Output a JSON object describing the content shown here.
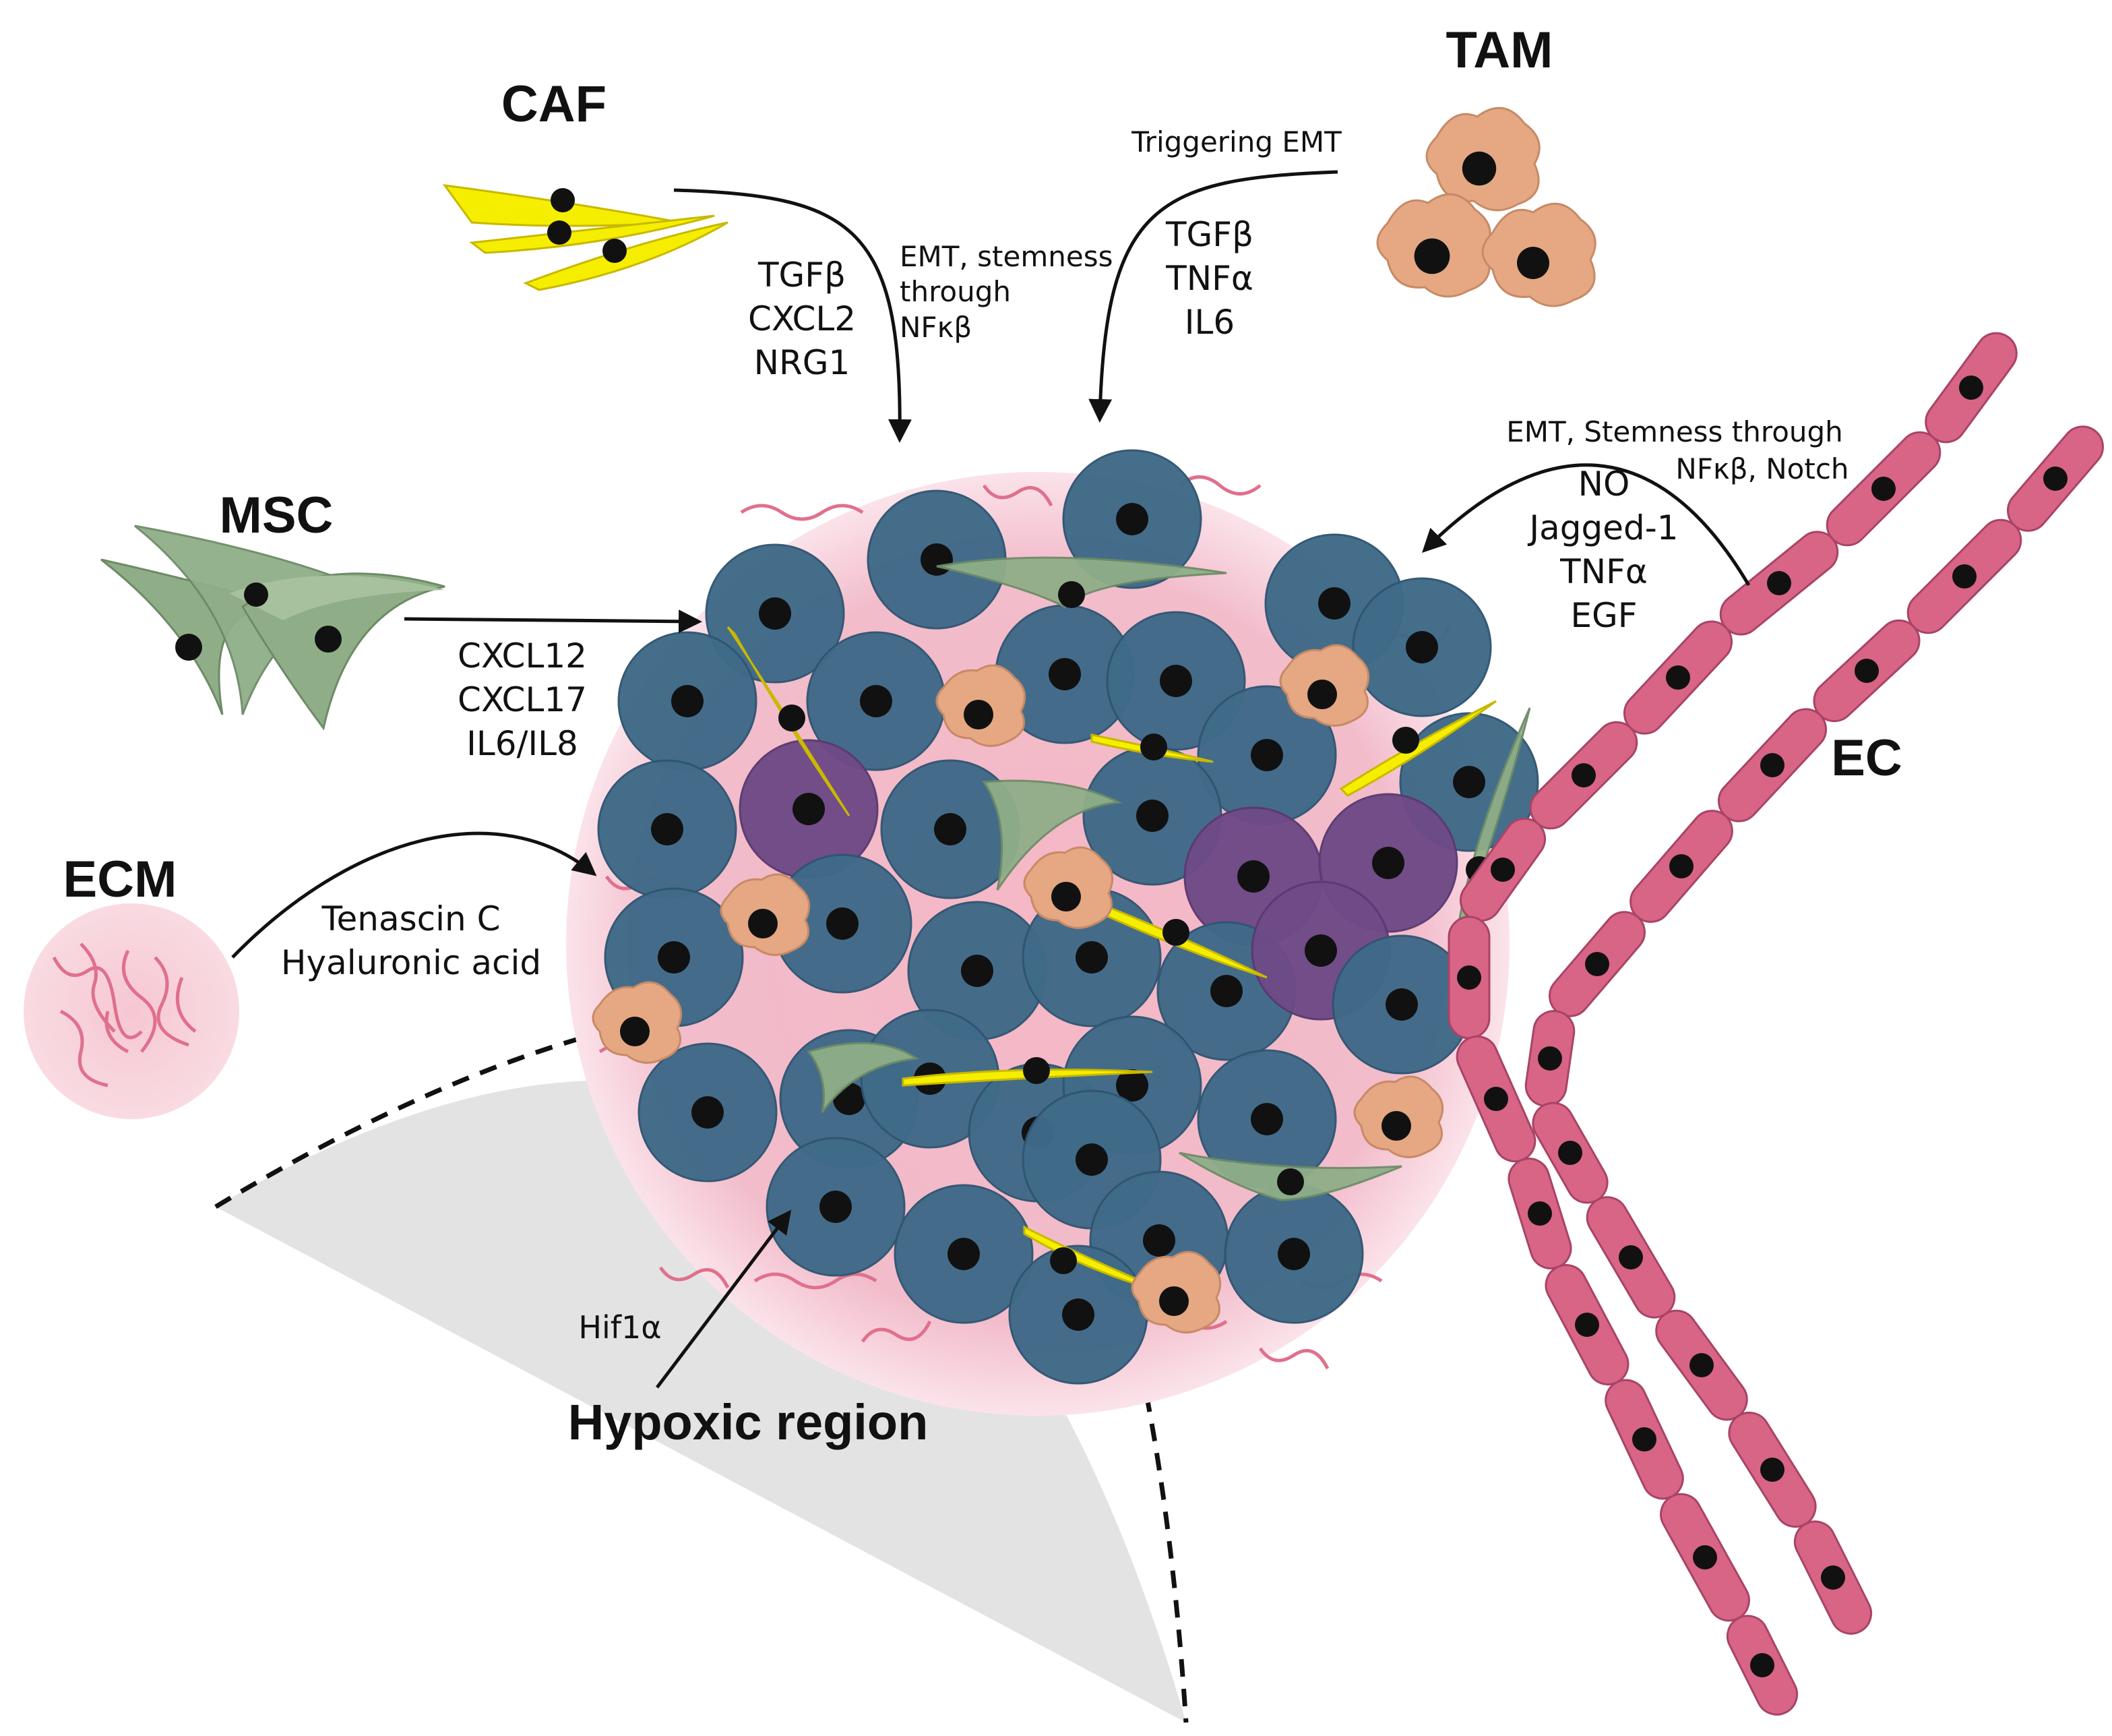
{
  "cells": {
    "caf": "CAF",
    "tam": "TAM",
    "msc": "MSC",
    "ecm": "ECM",
    "ec": "EC"
  },
  "caf_signal": {
    "factors": [
      "TGFβ",
      "CXCL2",
      "NRG1"
    ],
    "effect": [
      "EMT, stemness",
      "through",
      "NFκβ"
    ]
  },
  "tam_signal": {
    "effect": "Triggering EMT",
    "factors": [
      "TGFβ",
      "TNFα",
      "IL6"
    ]
  },
  "msc_signal": {
    "factors": [
      "CXCL12",
      "CXCL17",
      "IL6/IL8"
    ]
  },
  "ecm_signal": {
    "factors": [
      "Tenascin C",
      "Hyaluronic acid"
    ]
  },
  "ec_signal": {
    "effect": [
      "EMT, Stemness through",
      "NFκβ, Notch"
    ],
    "factors": [
      "NO",
      "Jagged-1",
      "TNFα",
      "EGF"
    ]
  },
  "hypoxia": {
    "factor": "Hif1α",
    "region": "Hypoxic region"
  },
  "colors": {
    "tumor_cell": "#3f6a88",
    "stem_cell": "#6e4a86",
    "caf": "#f6ee00",
    "msc": "#8fae88",
    "tam": "#e5a883",
    "ec": "#d86486",
    "ecm": "#f3c3cc",
    "hypoxic": "#e2e2e2"
  }
}
